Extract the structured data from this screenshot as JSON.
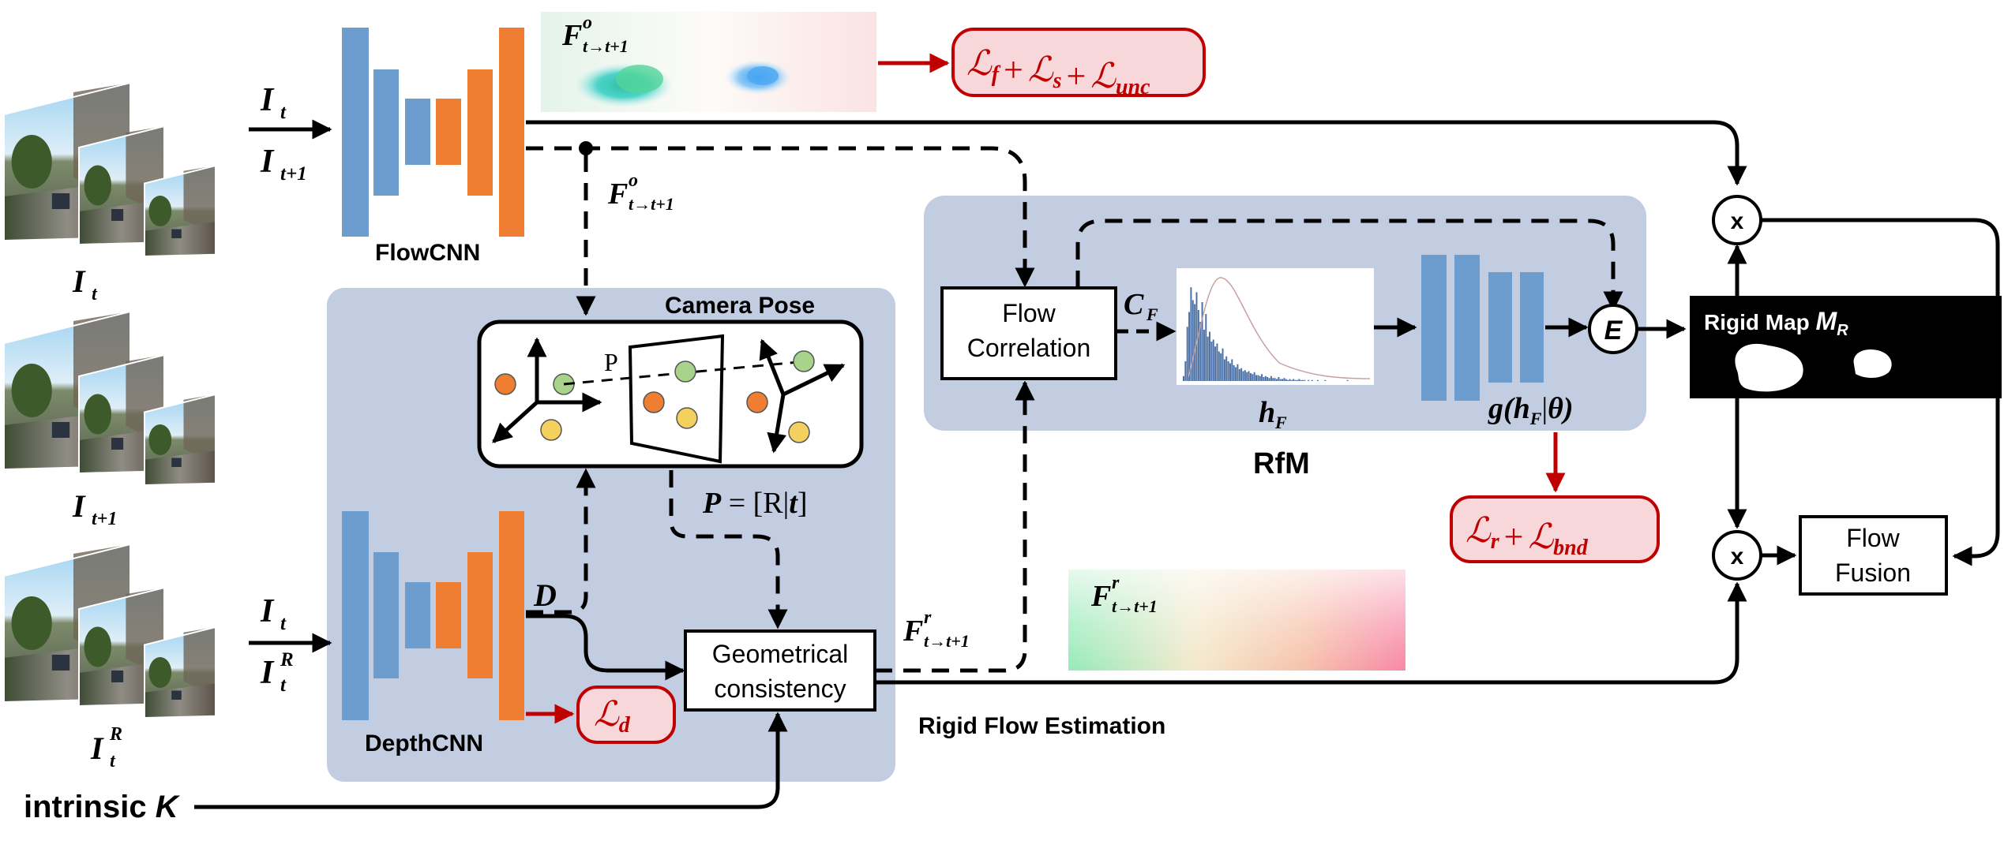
{
  "colors": {
    "blue_layer": "#6d9ccf",
    "orange_layer": "#ef7d32",
    "panel": "#c3cde1",
    "loss_fill": "#f8d7db",
    "loss_stroke": "#c00000",
    "arrow_dark": "#000000",
    "arrow_red": "#c00000",
    "pt_orange": "#ef7d32",
    "pt_green": "#a8d38a",
    "pt_yellow": "#f4d05e",
    "hist": "#4a6fa5"
  },
  "inputs": {
    "frame_labels": [
      {
        "base": "I",
        "sub": "t",
        "sup": ""
      },
      {
        "base": "I",
        "sub": "t+1",
        "sup": ""
      },
      {
        "base": "I",
        "sub": "t",
        "sup": "R"
      }
    ],
    "flow_in_top": {
      "base": "I",
      "sub": "t"
    },
    "flow_in_bottom": {
      "base": "I",
      "sub": "t+1"
    },
    "depth_in_top": {
      "base": "I",
      "sub": "t"
    },
    "depth_in_bottom": {
      "base": "I",
      "sub": "t",
      "sup": "R"
    },
    "intrinsic_label": "intrinsic ",
    "intrinsic_symbol": "K"
  },
  "networks": {
    "flowcnn": "FlowCNN",
    "depthcnn": "DepthCNN",
    "depth_output": "D"
  },
  "flows": {
    "optical_top": {
      "base": "F",
      "sup": "o",
      "sub": "t→t+1"
    },
    "optical_mid": {
      "base": "F",
      "sup": "o",
      "sub": "t→t+1"
    },
    "rigid_out": {
      "base": "F",
      "sup": "r",
      "sub": "t→t+1"
    },
    "rigid_img": {
      "base": "F",
      "sup": "r",
      "sub": "t→t+1"
    }
  },
  "camera": {
    "title": "Camera Pose",
    "point_label": "P",
    "pose_eq_lhs": "P",
    "pose_eq_mid": " = [R|",
    "pose_eq_t": "t",
    "pose_eq_end": "]"
  },
  "modules": {
    "geometric_line1": "Geometrical",
    "geometric_line2": "consistency",
    "rigid_flow_est": "Rigid Flow Estimation",
    "flow_corr_line1": "Flow",
    "flow_corr_line2": "Correlation",
    "cf_base": "C",
    "cf_sub": "F",
    "hf_base": "h",
    "hf_sub": "F",
    "g_label_pre": "g(",
    "g_h": "h",
    "g_sub": "F",
    "g_bar": "|",
    "g_theta": "θ",
    "g_close": ")",
    "rfm": "RfM",
    "e_node": "E",
    "rigid_map_text": "Rigid Map ",
    "rigid_map_sym": "M",
    "rigid_map_sub": "R",
    "mult1": "x",
    "mult2": "x",
    "fusion_line1": "Flow",
    "fusion_line2": "Fusion"
  },
  "losses": {
    "flow": [
      {
        "sym": "ℒ",
        "sub": "f"
      },
      {
        "op": "+"
      },
      {
        "sym": "ℒ",
        "sub": "s"
      },
      {
        "op": "+"
      },
      {
        "sym": "ℒ",
        "sub": "unc"
      }
    ],
    "depth": [
      {
        "sym": "ℒ",
        "sub": "d"
      }
    ],
    "rigid": [
      {
        "sym": "ℒ",
        "sub": "r"
      },
      {
        "op": "+"
      },
      {
        "sym": "ℒ",
        "sub": "bnd"
      }
    ]
  },
  "histogram_bins": [
    0.05,
    0.2,
    0.55,
    0.7,
    0.95,
    0.82,
    0.78,
    0.9,
    0.72,
    0.6,
    0.8,
    0.52,
    0.68,
    0.45,
    0.5,
    0.4,
    0.42,
    0.35,
    0.38,
    0.3,
    0.28,
    0.33,
    0.22,
    0.25,
    0.2,
    0.18,
    0.22,
    0.16,
    0.14,
    0.17,
    0.12,
    0.13,
    0.1,
    0.11,
    0.09,
    0.1,
    0.08,
    0.07,
    0.09,
    0.06,
    0.06,
    0.05,
    0.07,
    0.04,
    0.05,
    0.04,
    0.03,
    0.05,
    0.03,
    0.03,
    0.02,
    0.04,
    0.02,
    0.02,
    0.03,
    0.02,
    0.01,
    0.02,
    0.01,
    0.02,
    0.01,
    0.01,
    0.02,
    0.01,
    0.01,
    0.01,
    0.0,
    0.01,
    0.0,
    0.01,
    0.0,
    0.0,
    0.01,
    0.0,
    0.0,
    0.0,
    0.01,
    0.0,
    0.0,
    0.0,
    0.0,
    0.0,
    0.0,
    0.0,
    0.0,
    0.0,
    0.0,
    0.0,
    0.01,
    0.0,
    0.0,
    0.0,
    0.0,
    0.0,
    0.0,
    0.0,
    0.0,
    0.0,
    0.0,
    0.0
  ]
}
